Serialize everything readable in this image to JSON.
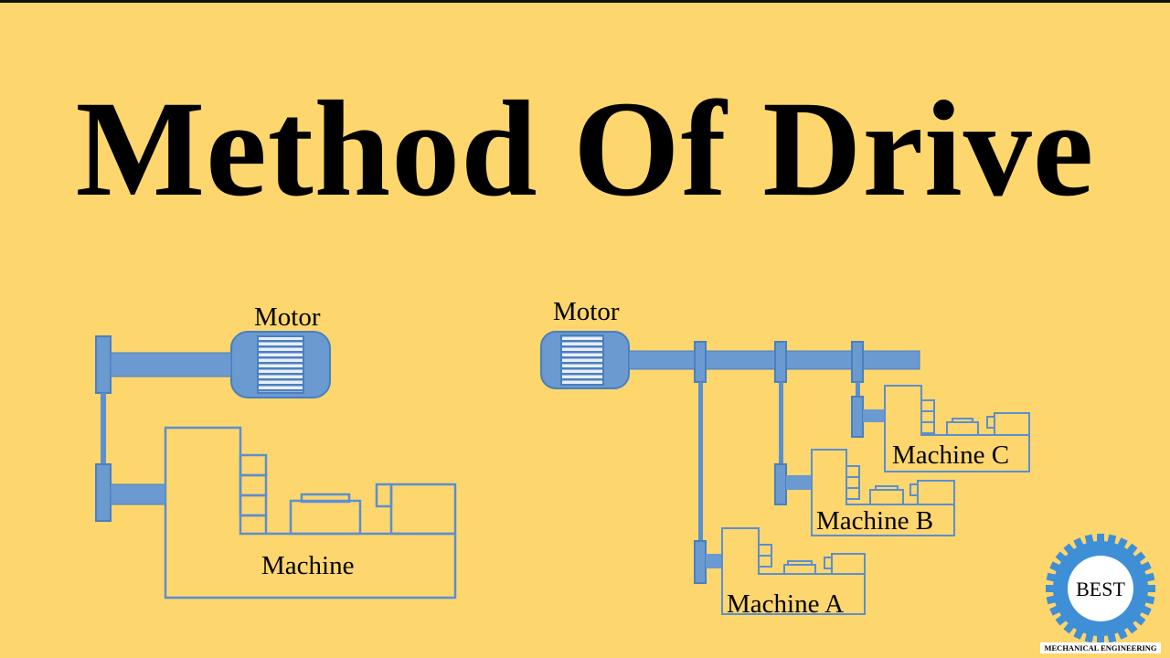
{
  "title": "Method Of Drive",
  "colors": {
    "background": "#fdd66e",
    "part_fill": "#6a9ad0",
    "part_stroke": "#4a7fbf",
    "line": "#5b8fd0",
    "logo": "#3f8fd6"
  },
  "left_diagram": {
    "motor_label": "Motor",
    "machine_label": "Machine"
  },
  "right_diagram": {
    "motor_label": "Motor",
    "machines": [
      "Machine A",
      "Machine B",
      "Machine C"
    ]
  },
  "logo": {
    "top_text": "BEST",
    "bottom_text": "MECHANICAL ENGINEERING",
    "icon": "gear-icon"
  }
}
